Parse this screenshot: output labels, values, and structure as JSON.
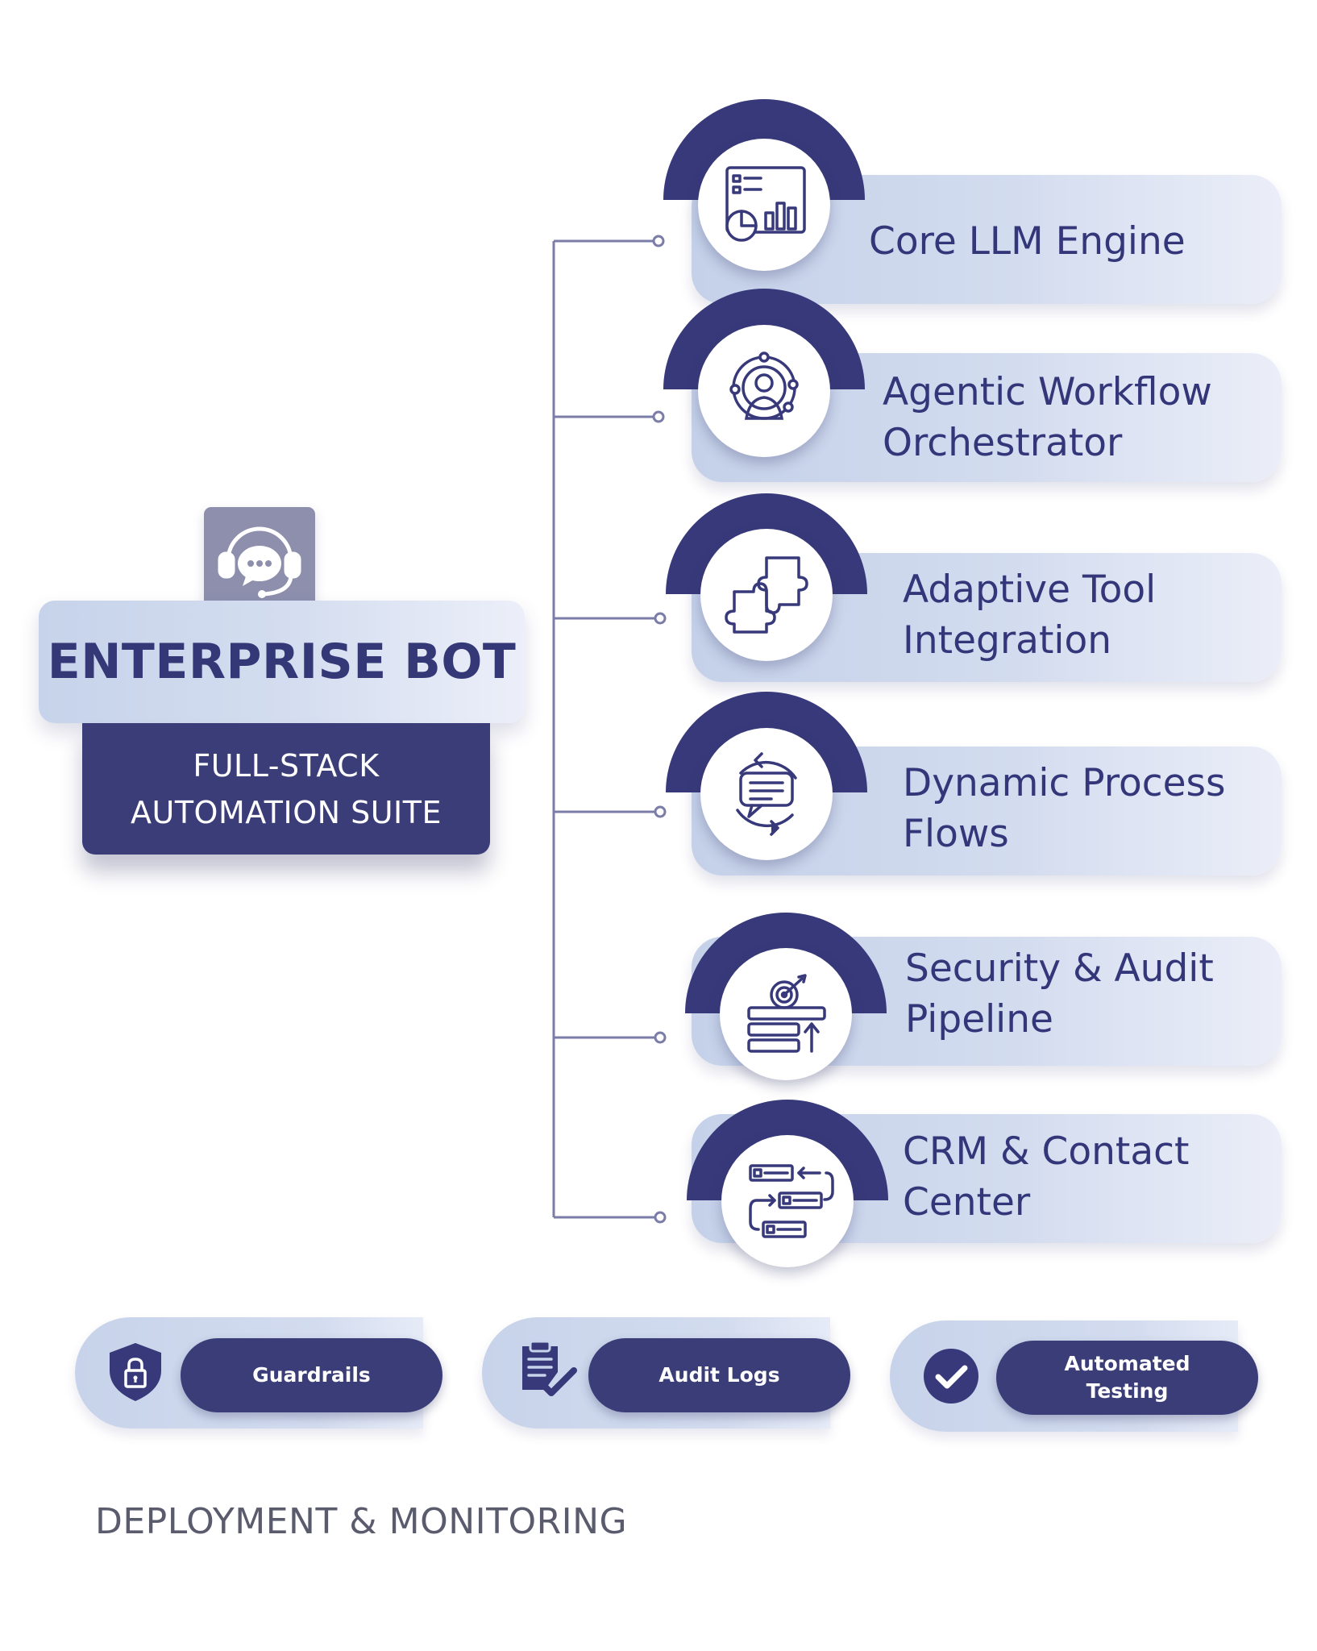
{
  "colors": {
    "navy": "#37397a",
    "light_blue": "#c4d1e9",
    "icon_box_gray": "#8d8fad",
    "connector": "#7b7ca8",
    "footer_text": "#5a5c6e"
  },
  "hub": {
    "icon": "headset-chat-icon",
    "title": "ENTERPRISE BOT",
    "subtitle_line1": "FULL-STACK",
    "subtitle_line2": "AUTOMATION SUITE"
  },
  "components": [
    {
      "icon": "dashboard-chart-icon",
      "label_line1": "Core LLM Engine",
      "label_line2": ""
    },
    {
      "icon": "orbit-network-user-icon",
      "label_line1": "Agentic Workflow",
      "label_line2": "Orchestrator"
    },
    {
      "icon": "puzzle-pieces-icon",
      "label_line1": "Adaptive Tool",
      "label_line2": "Integration"
    },
    {
      "icon": "chat-refresh-cycle-icon",
      "label_line1": "Dynamic Process",
      "label_line2": "Flows"
    },
    {
      "icon": "target-stack-upload-icon",
      "label_line1": "Security & Audit",
      "label_line2": "Pipeline"
    },
    {
      "icon": "flow-steps-arrows-icon",
      "label_line1": "CRM & Contact",
      "label_line2": "Center"
    }
  ],
  "features": [
    {
      "icon": "shield-lock-icon",
      "label": "Guardrails"
    },
    {
      "icon": "clipboard-check-icon",
      "label": "Audit Logs"
    },
    {
      "icon": "checkmark-circle-icon",
      "label": "Automated\nTesting"
    }
  ],
  "footer": "DEPLOYMENT & MONITORING"
}
